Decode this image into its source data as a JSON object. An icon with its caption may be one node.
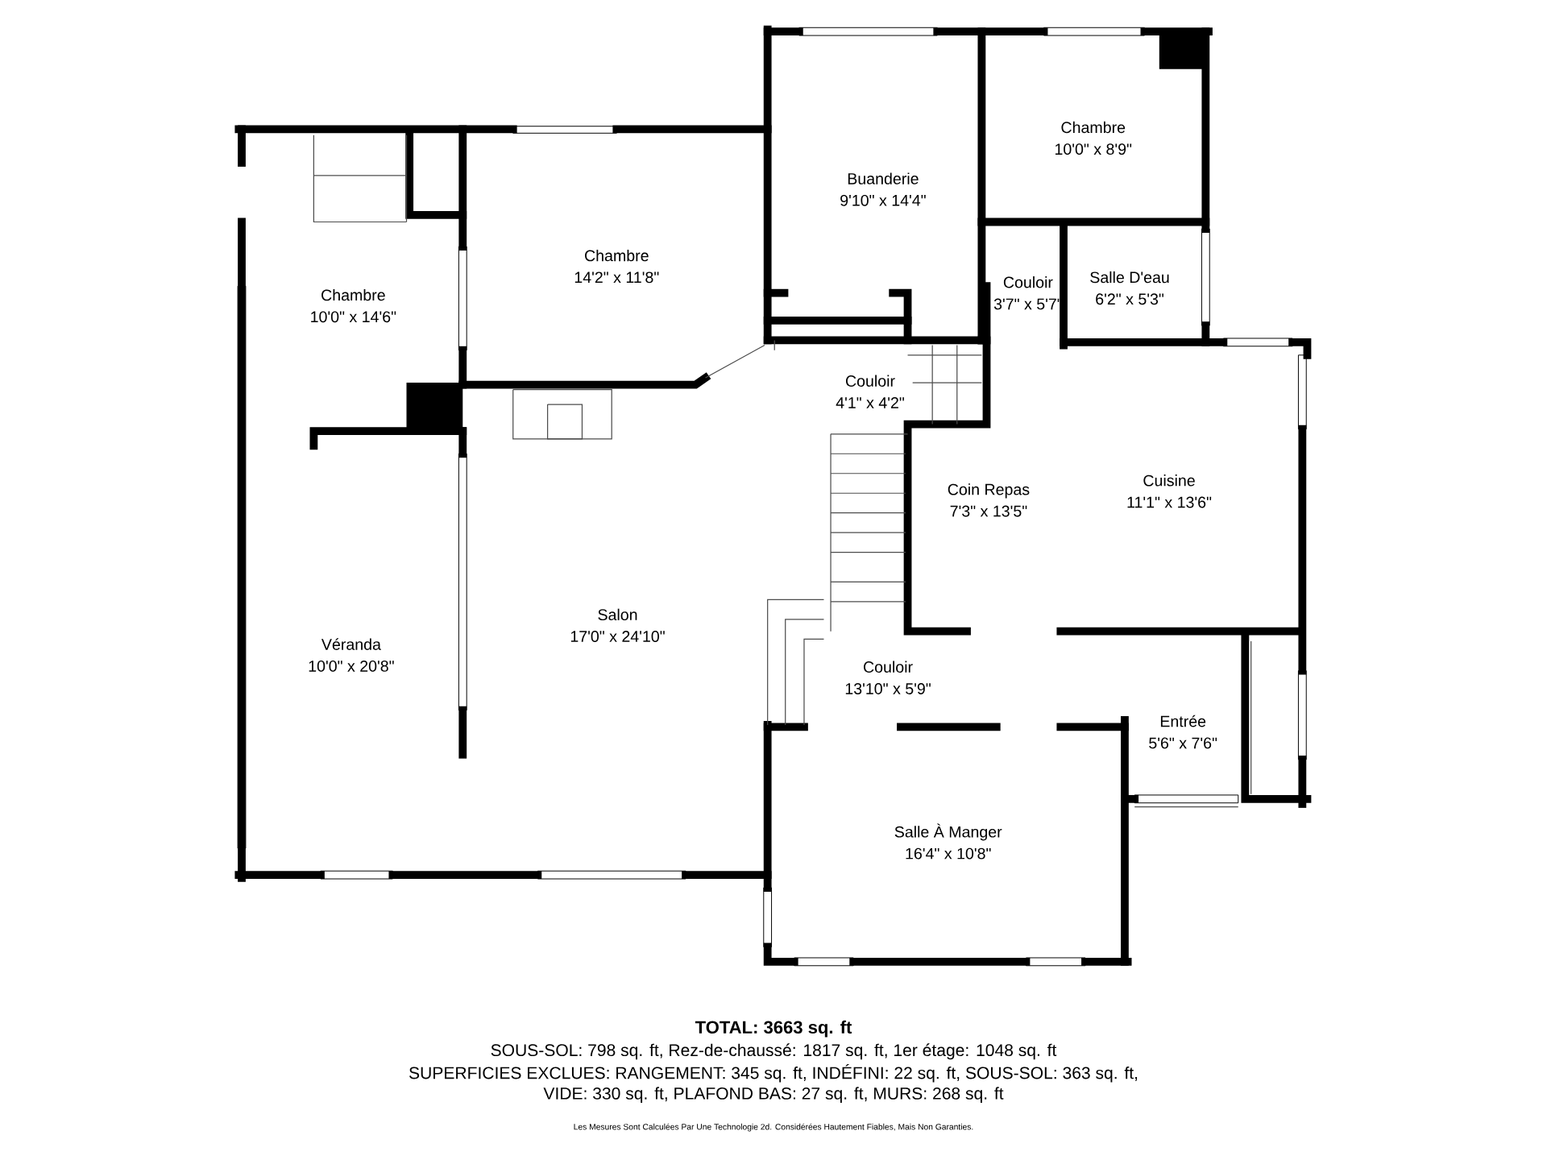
{
  "diagram": {
    "nodes": [
      {
        "text": [
          "Chambre",
          "10'0\" x 14'6\""
        ]
      },
      {
        "text": [
          "Chambre",
          "14'2\" x 11'8\""
        ]
      },
      {
        "text": [
          "Buanderie",
          "9'10\" x 14'4\""
        ]
      },
      {
        "text": [
          "Chambre",
          "10'0\" x 8'9\""
        ]
      },
      {
        "text": [
          "Couloir",
          "3'7\" x 5'7\""
        ]
      },
      {
        "text": [
          "Salle D'eau",
          "6'2\" x 5'3\""
        ]
      },
      {
        "text": [
          "Couloir",
          "4'1\" x 4'2\""
        ]
      },
      {
        "text": [
          "Coin Repas",
          "7'3\" x 13'5\""
        ]
      },
      {
        "text": [
          "Cuisine",
          "11'1\" x 13'6\""
        ]
      },
      {
        "text": [
          "Véranda",
          "10'0\" x 20'8\""
        ]
      },
      {
        "text": [
          "Salon",
          "17'0\" x 24'10\""
        ]
      },
      {
        "text": [
          "Couloir",
          "13'10\" x 5'9\""
        ]
      },
      {
        "text": [
          "Entrée",
          "5'6\" x 7'6\""
        ]
      },
      {
        "text": [
          "Salle À Manger",
          "16'4\" x 10'8\""
        ]
      }
    ],
    "labels": [
      "TOTAL: 3663 sq. ft",
      "SOUS-SOL: 798 sq. ft, Rez-de-chaussé: 1817 sq. ft, 1er étage: 1048 sq. ft",
      "SUPERFICIES EXCLUES: RANGEMENT: 345 sq. ft, INDÉFINI: 22 sq. ft, SOUS-SOL: 363 sq. ft,",
      "VIDE: 330 sq. ft, PLAFOND BAS: 27 sq. ft, MURS: 268 sq. ft",
      "Les Mesures Sont Calculées Par Une Technologie 2d. Considérées Hautement Fiables, Mais Non Garanties."
    ]
  }
}
